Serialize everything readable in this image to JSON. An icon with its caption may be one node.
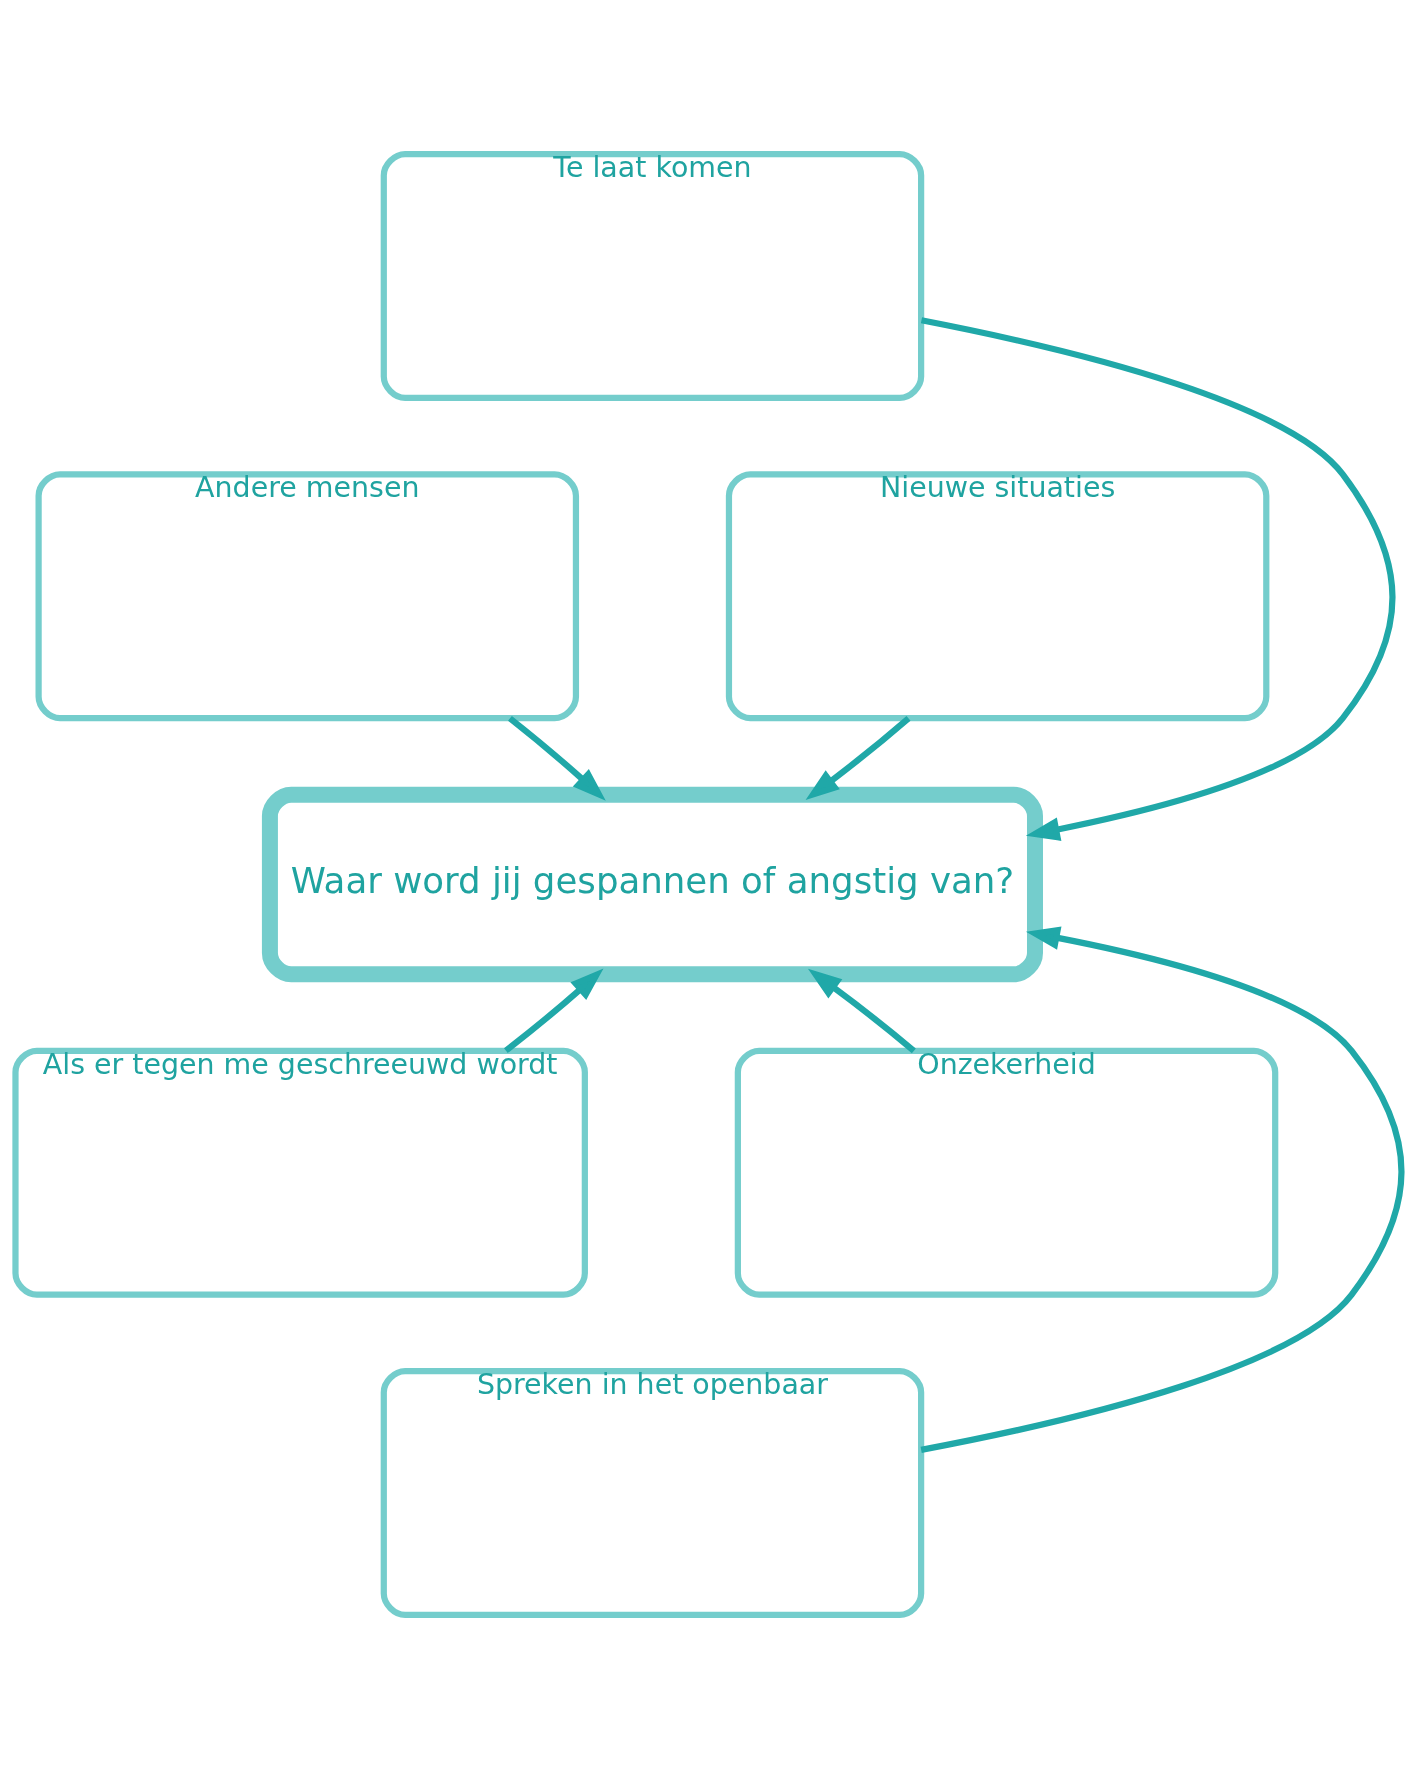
{
  "diagram": {
    "nodes": [
      {
        "text": [
          "Te laat komen"
        ]
      },
      {
        "text": [
          "Andere mensen"
        ]
      },
      {
        "text": [
          "Nieuwe situaties"
        ]
      },
      {
        "text": [
          "Waar word jij gespannen of angstig van?"
        ]
      },
      {
        "text": [
          "Als er tegen me geschreeuwd wordt"
        ]
      },
      {
        "text": [
          "Onzekerheid"
        ]
      },
      {
        "text": [
          "Spreken in het openbaar"
        ]
      }
    ],
    "edges": [
      {
        "from": 0,
        "to": 3,
        "arrow": "to"
      },
      {
        "from": 1,
        "to": 3,
        "arrow": "to"
      },
      {
        "from": 2,
        "to": 3,
        "arrow": "to"
      },
      {
        "from": 4,
        "to": 3,
        "arrow": "to"
      },
      {
        "from": 6,
        "to": 3,
        "arrow": "to"
      },
      {
        "from": 5,
        "to": 3,
        "arrow": "to"
      }
    ]
  }
}
